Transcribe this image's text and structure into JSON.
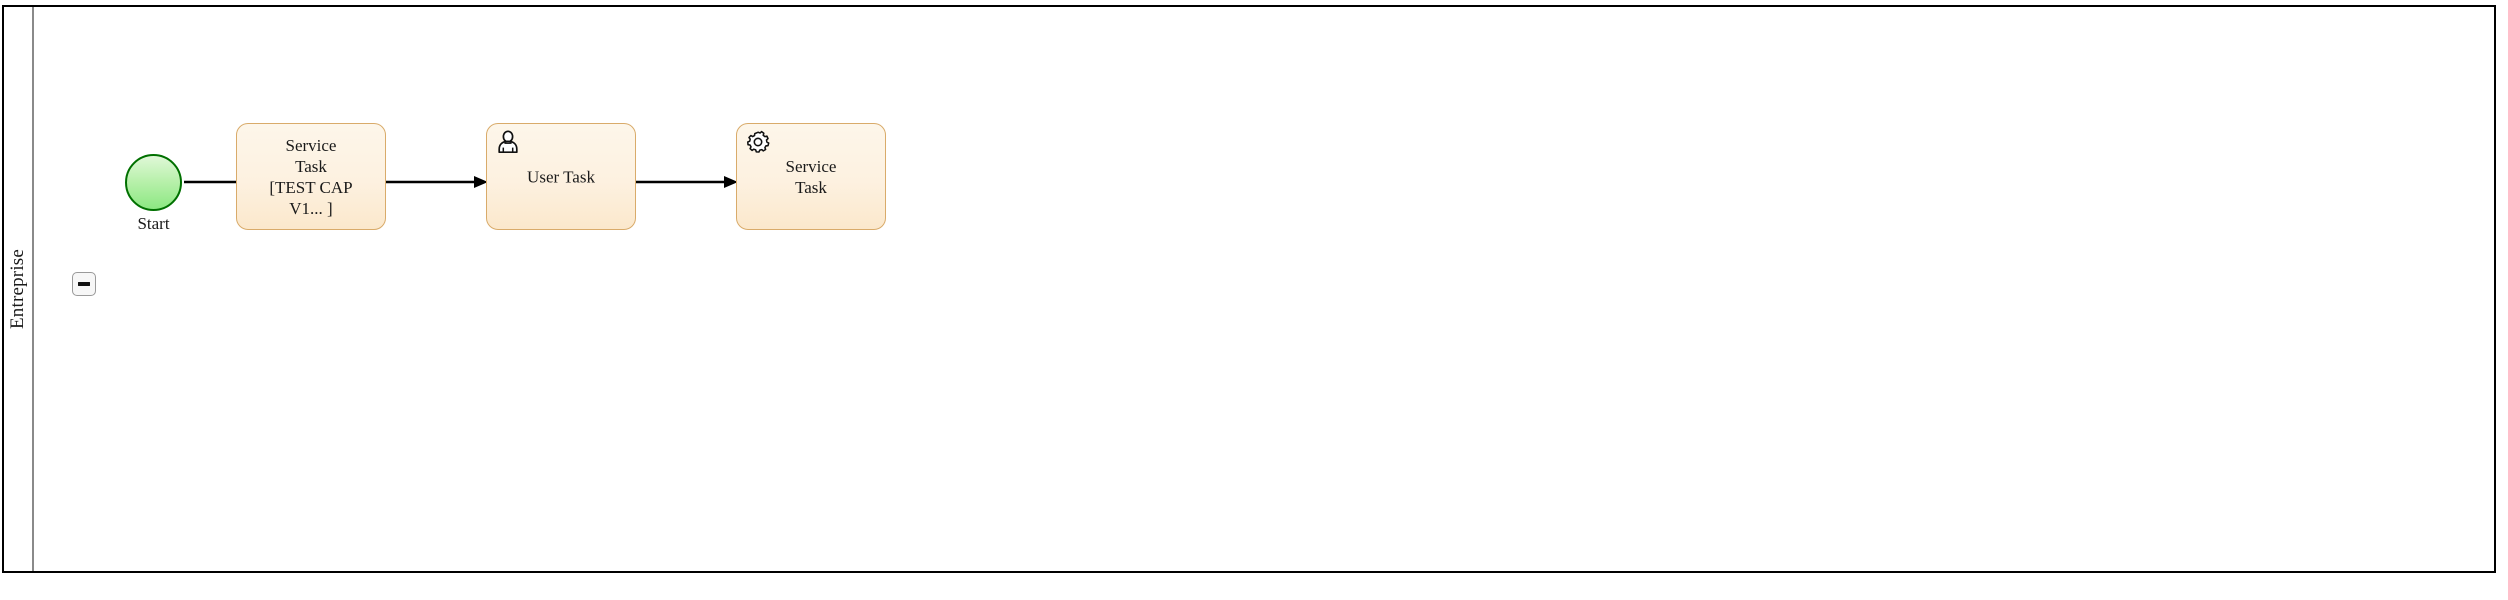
{
  "diagram": {
    "type": "bpmn-process",
    "pool": {
      "name": "Entreprise",
      "collapse_button_icon": "minus-icon",
      "border_color": "#000000",
      "lane_separator_color": "#8a8a8a"
    },
    "colors": {
      "start_event_fill_top": "#e0f8d8",
      "start_event_fill_bottom": "#8ce882",
      "start_event_stroke": "#007000",
      "task_fill_top": "#fdf6ea",
      "task_fill_bottom": "#fbe8cc",
      "task_stroke": "#d9ab6a",
      "flow_stroke": "#000000"
    },
    "nodes": [
      {
        "id": "start",
        "kind": "start-event",
        "label": "Start",
        "icon": "none"
      },
      {
        "id": "service-task-1",
        "kind": "task",
        "label": "Service\nTask\n[TEST CAP\nV1... ]",
        "icon": "none"
      },
      {
        "id": "user-task-1",
        "kind": "task",
        "label": "User Task",
        "icon": "user-icon"
      },
      {
        "id": "service-task-2",
        "kind": "task",
        "label": "Service\nTask",
        "icon": "gear-icon"
      }
    ],
    "flows": [
      {
        "id": "flow-1",
        "from": "start",
        "to": "service-task-1",
        "label": ""
      },
      {
        "id": "flow-2",
        "from": "service-task-1",
        "to": "user-task-1",
        "label": ""
      },
      {
        "id": "flow-3",
        "from": "user-task-1",
        "to": "service-task-2",
        "label": ""
      }
    ]
  }
}
